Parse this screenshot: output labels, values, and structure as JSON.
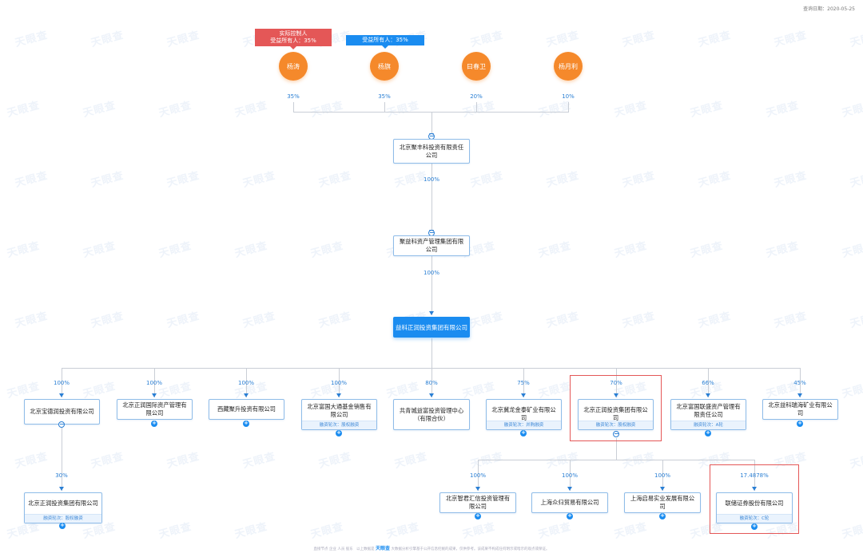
{
  "header": {
    "date": "查询日期：2020-05-25"
  },
  "watermark": "天眼查",
  "shareholders": [
    {
      "name": "杨涛",
      "pct": "35%"
    },
    {
      "name": "杨旗",
      "pct": "35%"
    },
    {
      "name": "曰春卫",
      "pct": "20%"
    },
    {
      "name": "杨月利",
      "pct": "10%"
    }
  ],
  "tags": {
    "controller_line1": "实际控制人",
    "controller_line2": "受益所有人：35%",
    "beneficiary": "受益所有人：35%"
  },
  "chain": [
    {
      "name": "北京聚丰科投资有限责任公司",
      "pct_below": "100%"
    },
    {
      "name": "聚益科资产管理集团有限公司",
      "pct_below": "100%"
    }
  ],
  "main_company": "益科正润投资集团有限公司",
  "subsidiaries": [
    {
      "name": "北京宝德润投资有限公司",
      "pct": "100%",
      "fin": ""
    },
    {
      "name": "北京正润国际资产管理有限公司",
      "pct": "100%",
      "fin": ""
    },
    {
      "name": "西藏聚升投资有限公司",
      "pct": "100%",
      "fin": ""
    },
    {
      "name": "北京富国大通基金销售有限公司",
      "pct": "100%",
      "fin": "融资轮次：股权融资"
    },
    {
      "name": "共青城益富投资管理中心（有限合伙）",
      "pct": "80%",
      "fin": ""
    },
    {
      "name": "北京冀龙金泰矿业有限公司",
      "pct": "75%",
      "fin": "融资轮次：并购融资"
    },
    {
      "name": "北京正润投资集团有限公司",
      "pct": "70%",
      "fin": "融资轮次：股权融资"
    },
    {
      "name": "北京富国联盛资产管理有限责任公司",
      "pct": "66%",
      "fin": "融资轮次：A轮"
    },
    {
      "name": "北京益科瑞海矿业有限公司",
      "pct": "45%",
      "fin": ""
    }
  ],
  "left_child": {
    "name": "北京正润投资集团有限公司",
    "pct": "30%",
    "fin": "融资轮次：股权融资"
  },
  "grandchildren": [
    {
      "name": "北京智君汇信投资管理有限公司",
      "pct": "100%",
      "fin": ""
    },
    {
      "name": "上海众归贸易有限公司",
      "pct": "100%",
      "fin": ""
    },
    {
      "name": "上海启易实业发展有限公司",
      "pct": "100%",
      "fin": ""
    },
    {
      "name": "联储证券股份有限公司",
      "pct": "17.4878%",
      "fin": "融资轮次：C轮"
    }
  ],
  "footer": {
    "legend": "直接节点 企业 人员 股东",
    "note": "以上数据是",
    "brand": "天眼查",
    "disclaimer": "大数据分析引擎基于公开信息挖掘的成果，仅供参考。该成果不构成任何明示或暗示的观点或保证。"
  },
  "colors": {
    "accent": "#1a8cf0",
    "person": "#f5892b",
    "controller": "#e45757",
    "line": "#c9ced6"
  }
}
